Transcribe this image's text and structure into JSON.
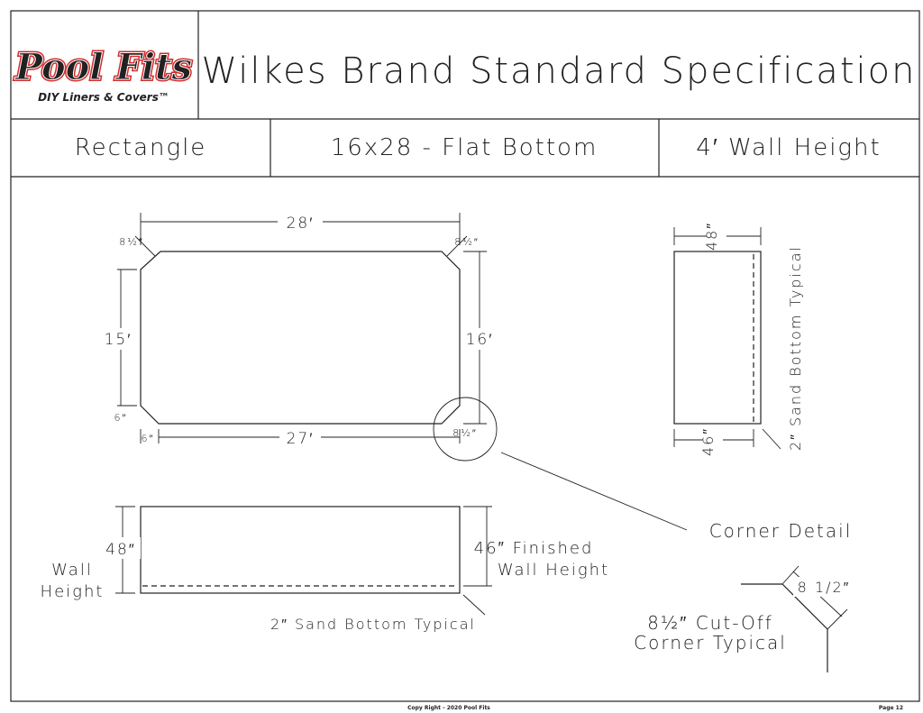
{
  "header": {
    "logo": {
      "brand": "Pool Fits",
      "tagline": "DIY Liners & Covers™",
      "primary_color": "#1f3f8f",
      "accent_color": "#d42b2b"
    },
    "title": "Wilkes Brand Standard Specification"
  },
  "info_bar": {
    "shape": "Rectangle",
    "size": "16x28 - Flat Bottom",
    "wall": "4′ Wall Height"
  },
  "plan_view": {
    "top_length": "28′",
    "bottom_length": "27′",
    "left_width": "15′",
    "right_width": "16′",
    "corner_tl": "8½″",
    "corner_tr": "8½″",
    "corner_br": "8½″",
    "corner_bl_v": "6″",
    "corner_bl_h": "6″"
  },
  "side_view": {
    "top_width": "48″",
    "bottom_width": "46″",
    "note": "2″ Sand Bottom Typical"
  },
  "elevation_view": {
    "height": "48″",
    "label_line1": "Wall",
    "label_line2": "Height",
    "finished_line1": "46″ Finished",
    "finished_line2": "Wall Height",
    "note": "2″ Sand Bottom Typical"
  },
  "corner_detail": {
    "title": "Corner Detail",
    "dimension": "8 1/2″",
    "cutoff_line1": "8½″ Cut-Off",
    "cutoff_line2": "Corner Typical"
  },
  "footer": {
    "copyright": "Copy Right - 2020 Pool Fits",
    "page": "Page 12"
  }
}
